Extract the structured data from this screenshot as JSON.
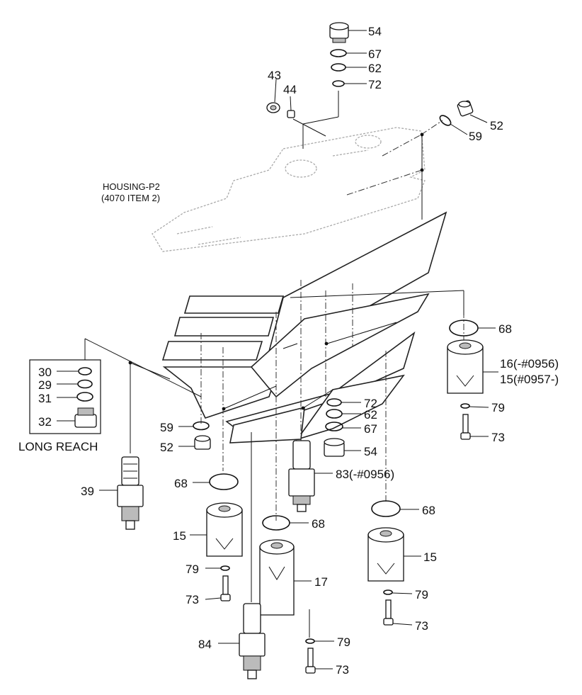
{
  "housing": {
    "name": "HOUSING-P2",
    "note": "(4070 ITEM 2)"
  },
  "group_caption": "LONG REACH",
  "callouts": {
    "c54a": "54",
    "c67a": "67",
    "c62a": "62",
    "c72a": "72",
    "c43": "43",
    "c44": "44",
    "c52a": "52",
    "c59a": "59",
    "c68a": "68",
    "c16": "16(-#0956)",
    "c15a": "15(#0957-)",
    "c79a": "79",
    "c73a": "73",
    "c30": "30",
    "c29": "29",
    "c31": "31",
    "c32": "32",
    "c59b": "59",
    "c52b": "52",
    "c39": "39",
    "c72b": "72",
    "c62b": "62",
    "c67b": "67",
    "c54b": "54",
    "c83": "83(-#0956)",
    "c68b": "68",
    "c68c": "68",
    "c68d": "68",
    "c15b": "15",
    "c79b": "79",
    "c73b": "73",
    "c17": "17",
    "c15c": "15",
    "c79c": "79",
    "c73c": "73",
    "c84": "84",
    "c79d": "79",
    "c73d": "73"
  }
}
